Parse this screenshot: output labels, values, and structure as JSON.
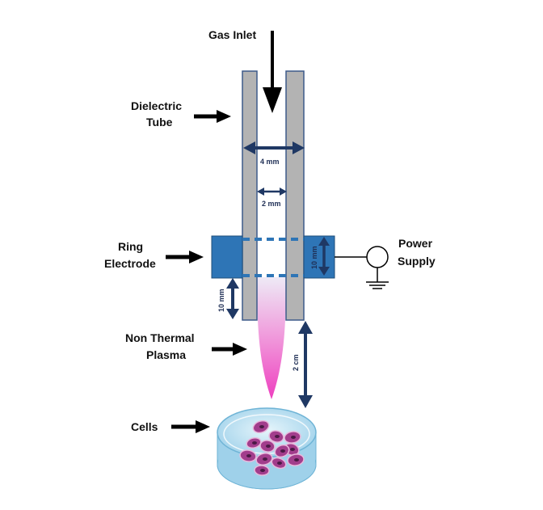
{
  "labels": {
    "gas_inlet": "Gas Inlet",
    "dielectric_tube_line1": "Dielectric",
    "dielectric_tube_line2": "Tube",
    "ring_electrode_line1": "Ring",
    "ring_electrode_line2": "Electrode",
    "power_supply_line1": "Power",
    "power_supply_line2": "Supply",
    "plasma_line1": "Non Thermal",
    "plasma_line2": "Plasma",
    "cells": "Cells"
  },
  "dimensions": {
    "outer_diameter": "4 mm",
    "inner_diameter": "2 mm",
    "electrode_width": "10 mm",
    "electrode_to_tube_end": "10 mm",
    "nozzle_to_cells": "2 cm"
  },
  "colors": {
    "tube": "#b3b3b3",
    "tube_outline": "#3d5a8a",
    "electrode": "#2e75b6",
    "dimension_arrow": "#1f3864",
    "plasma_top": "#e8e6f2",
    "plasma_bottom": "#ee3fbf",
    "dish": "#bfe2f2",
    "cell": "#a23d8c"
  }
}
